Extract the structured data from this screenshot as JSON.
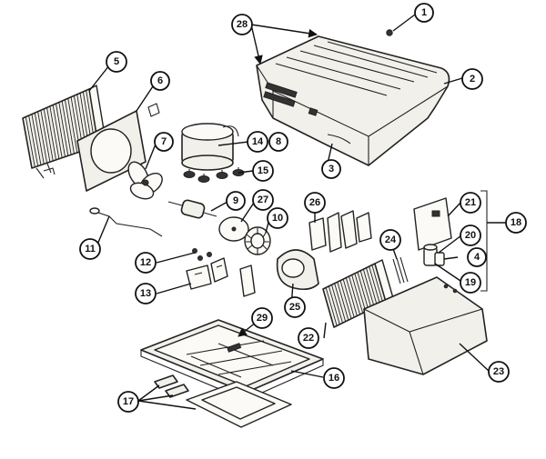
{
  "callouts": [
    {
      "id": "c1",
      "label": "1"
    },
    {
      "id": "c2",
      "label": "2"
    },
    {
      "id": "c3",
      "label": "3"
    },
    {
      "id": "c4",
      "label": "4"
    },
    {
      "id": "c5",
      "label": "5"
    },
    {
      "id": "c6",
      "label": "6"
    },
    {
      "id": "c7",
      "label": "7"
    },
    {
      "id": "c8",
      "label": "8"
    },
    {
      "id": "c9",
      "label": "9"
    },
    {
      "id": "c10",
      "label": "10"
    },
    {
      "id": "c11",
      "label": "11"
    },
    {
      "id": "c12",
      "label": "12"
    },
    {
      "id": "c13",
      "label": "13"
    },
    {
      "id": "c14",
      "label": "14"
    },
    {
      "id": "c15",
      "label": "15"
    },
    {
      "id": "c16",
      "label": "16"
    },
    {
      "id": "c17",
      "label": "17"
    },
    {
      "id": "c18",
      "label": "18"
    },
    {
      "id": "c19",
      "label": "19"
    },
    {
      "id": "c20",
      "label": "20"
    },
    {
      "id": "c21",
      "label": "21"
    },
    {
      "id": "c22",
      "label": "22"
    },
    {
      "id": "c23",
      "label": "23"
    },
    {
      "id": "c24",
      "label": "24"
    },
    {
      "id": "c25",
      "label": "25"
    },
    {
      "id": "c26",
      "label": "26"
    },
    {
      "id": "c27",
      "label": "27"
    },
    {
      "id": "c28",
      "label": "28"
    },
    {
      "id": "c29",
      "label": "29"
    }
  ]
}
